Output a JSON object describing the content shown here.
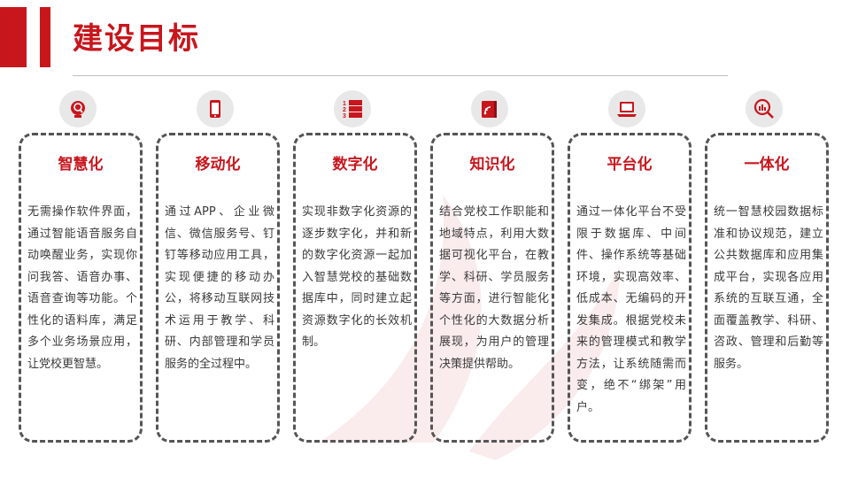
{
  "page": {
    "title": "建设目标"
  },
  "colors": {
    "accent": "#c8161d",
    "icon_bg": "#e8e8e8",
    "border": "#555555"
  },
  "cards": [
    {
      "icon": "headset-icon",
      "title": "智慧化",
      "text": "无需操作软件界面，通过智能语音服务自动唤醒业务，实现你问我答、语音办事、语音查询等功能。个性化的语料库，满足多个业务场景应用，让党校更智慧。"
    },
    {
      "icon": "mobile-phone-icon",
      "title": "移动化",
      "text": "通过APP、企业微信、微信服务号、钉钉等移动应用工具，实现便捷的移动办公，将移动互联网技术运用于教学、科研、内部管理和学员服务的全过程中。"
    },
    {
      "icon": "numbered-list-icon",
      "title": "数字化",
      "text": "实现非数字化资源的逐步数字化，并和新的数字化资源一起加入智慧党校的基础数据库中，同时建立起资源数字化的长效机制。"
    },
    {
      "icon": "knowledge-book-icon",
      "title": "知识化",
      "text": "结合党校工作职能和地域特点，利用大数据可视化平台，在教学、科研、学员服务等方面，进行智能化个性化的大数据分析展现，为用户的管理决策提供帮助。"
    },
    {
      "icon": "laptop-icon",
      "title": "平台化",
      "text": "通过一体化平台不受限于数据库、中间件、操作系统等基础环境，实现高效率、低成本、无编码的开发集成。根据党校未来的管理模式和教学方法，让系统随需而变，绝不“绑架”用户。"
    },
    {
      "icon": "analytics-search-icon",
      "title": "一体化",
      "text": "统一智慧校园数据标准和协议规范，建立公共数据库和应用集成平台，实现各应用系统的互联互通，全面覆盖教学、科研、咨政、管理和后勤等服务。"
    }
  ]
}
